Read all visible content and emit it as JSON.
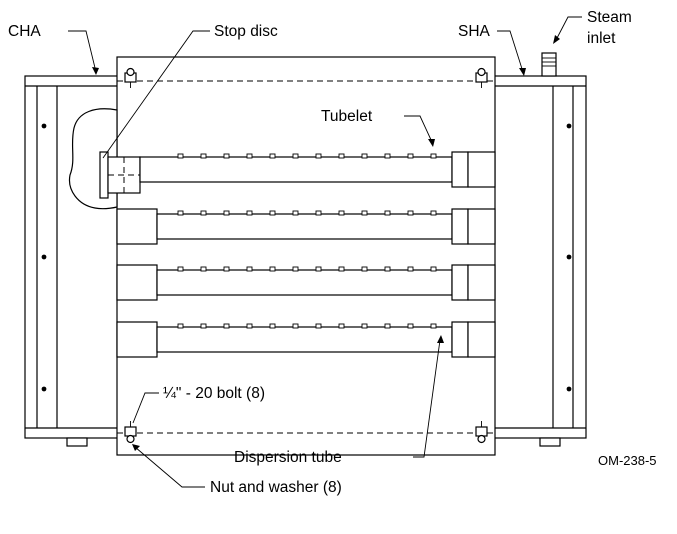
{
  "labels": {
    "cha": "CHA",
    "stop_disc": "Stop disc",
    "sha": "SHA",
    "steam_inlet_1": "Steam",
    "steam_inlet_2": "inlet",
    "tubelet": "Tubelet",
    "bolt": "¼\" - 20 bolt (8)",
    "dispersion_tube": "Dispersion tube",
    "nut_washer": "Nut and washer (8)",
    "drawing_number": "OM-238-5"
  },
  "tube_count": 4,
  "tubelets_per_tube": 12,
  "colors": {
    "line": "#000000",
    "background": "#ffffff"
  }
}
